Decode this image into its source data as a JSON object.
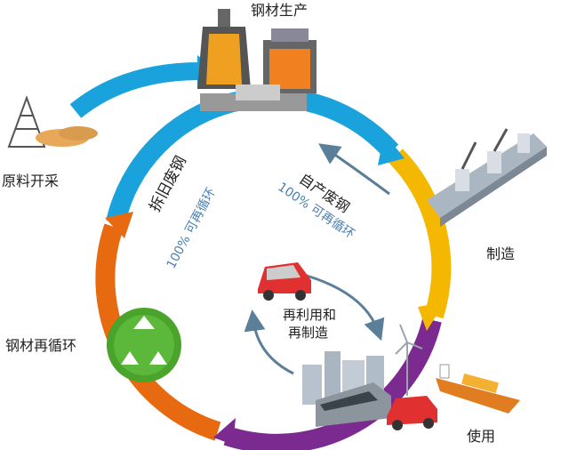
{
  "labels": {
    "steel_production": "钢材生产",
    "raw_material_mining": "原料开采",
    "manufacturing": "制造",
    "steel_recycling": "钢材再循环",
    "use": "使用",
    "demolition_scrap": "拆旧废钢",
    "demolition_recyclable": "100% 可再循环",
    "self_scrap": "自产废钢",
    "self_recyclable": "100% 可再循环",
    "reuse_line1": "再利用和",
    "reuse_line2": "再制造"
  },
  "colors": {
    "blue_segment": "#1aa2dc",
    "yellow_segment": "#f4b800",
    "purple_segment": "#7b2a8f",
    "orange_segment": "#e86a10",
    "arrow_gray": "#5b7f98",
    "recycle_green": "#4aa32b"
  },
  "icons": [
    "oil-derrick-icon",
    "blast-furnace-icon",
    "robot-assembly-line-icon",
    "recycle-logo-icon",
    "car-icon",
    "train-icon",
    "ship-icon",
    "wind-turbine-icon",
    "city-buildings-icon"
  ]
}
